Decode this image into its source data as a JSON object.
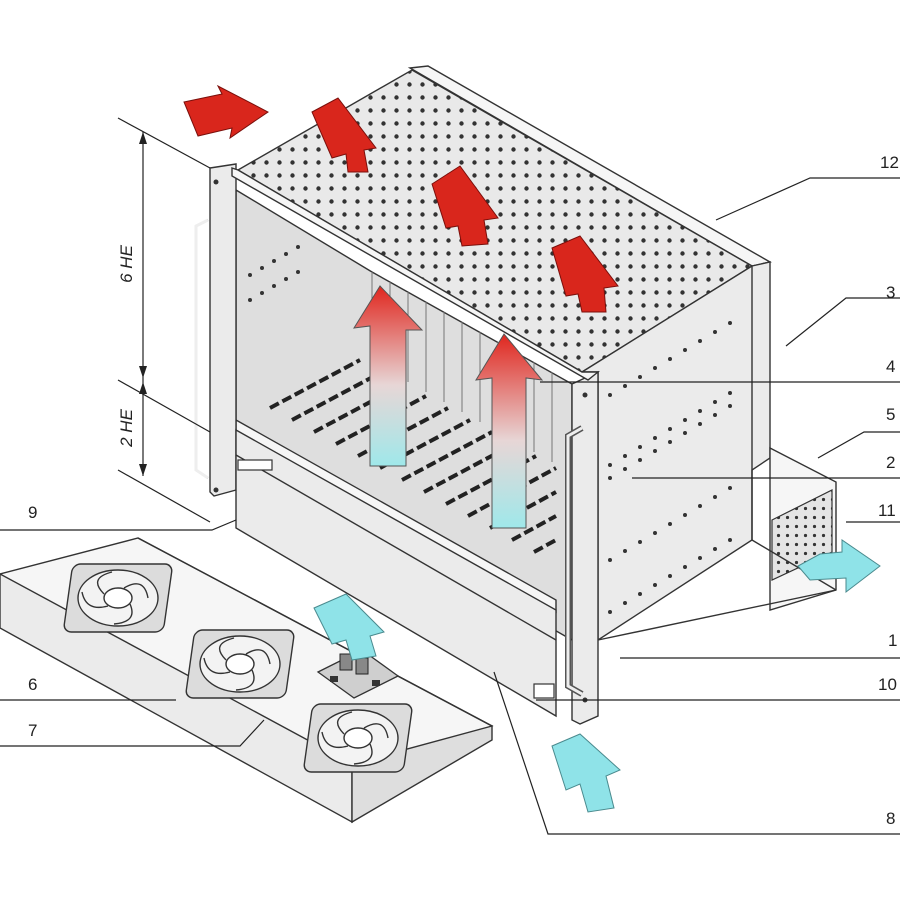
{
  "dimensions": {
    "upper": "6 HE",
    "lower": "2 HE"
  },
  "callouts": [
    "1",
    "2",
    "3",
    "4",
    "5",
    "6",
    "7",
    "8",
    "9",
    "10",
    "11",
    "12"
  ],
  "colors": {
    "hot_air": "#d9261c",
    "cool_air": "#8fe3e8",
    "chassis": "#ebebeb",
    "line": "#222222"
  }
}
